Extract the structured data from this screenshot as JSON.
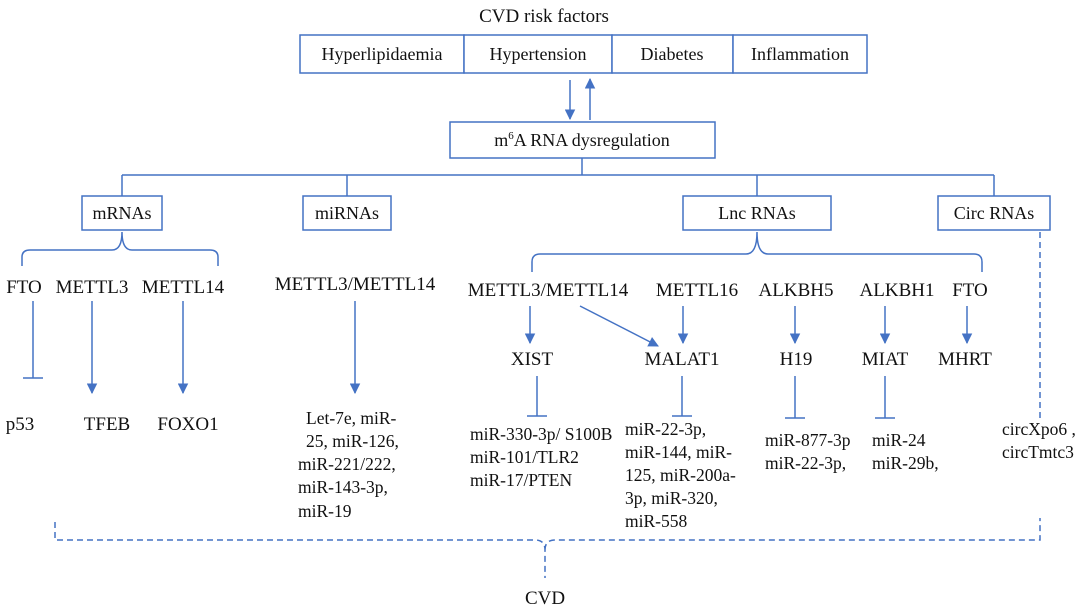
{
  "title": "CVD risk factors",
  "risk_factors": [
    "Hyperlipidaemia",
    "Hypertension",
    "Diabetes",
    "Inflammation"
  ],
  "center": {
    "pre": "m",
    "sup": "6",
    "post": "A RNA  dysregulation"
  },
  "categories": [
    "mRNAs",
    "miRNAs",
    "Lnc RNAs",
    "Circ RNAs"
  ],
  "mrna": {
    "enzymes": [
      "FTO",
      "METTL3",
      "METTL14"
    ],
    "targets": [
      "p53",
      "TFEB",
      "FOXO1"
    ]
  },
  "mirna": {
    "enzyme": "METTL3/METTL14",
    "targets": [
      "Let-7e, miR-",
      "25, miR-126,",
      "miR-221/222,",
      "miR-143-3p,",
      "miR-19"
    ]
  },
  "lnc": {
    "enzymes": [
      "METTL3/METTL14",
      "METTL16",
      "ALKBH5",
      "ALKBH1",
      "FTO"
    ],
    "lncrnas": [
      "XIST",
      "MALAT1",
      "H19",
      "MIAT",
      "MHRT"
    ],
    "targets": {
      "xist": [
        "miR-330-3p/ S100B",
        "miR-101/TLR2",
        "miR-17/PTEN"
      ],
      "malat1": [
        "miR-22-3p,",
        "miR-144, miR-",
        "125, miR-200a-",
        "3p,  miR-320,",
        "miR-558"
      ],
      "h19": [
        "miR-877-3p",
        "miR-22-3p,"
      ],
      "miat": [
        "miR-24",
        "miR-29b,"
      ]
    }
  },
  "circ": {
    "targets": [
      "circXpo6 ,",
      "circTmtc3"
    ]
  },
  "outcome": "CVD",
  "colors": {
    "line": "#4472c4",
    "text": "#111111"
  }
}
